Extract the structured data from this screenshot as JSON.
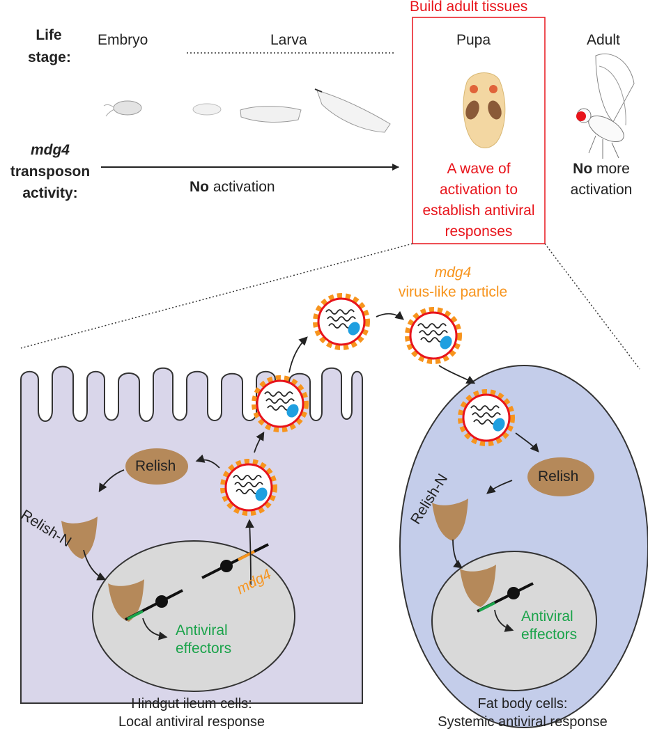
{
  "header": {
    "life_stage_line1": "Life",
    "life_stage_line2": "stage:",
    "stages": {
      "embryo": "Embryo",
      "larva": "Larva",
      "pupa": "Pupa",
      "adult": "Adult"
    },
    "pupa_box_title": "Build adult tissues"
  },
  "activity": {
    "label_line1": "mdg4",
    "label_line2": "transposon",
    "label_line3": "activity:",
    "no_activation_bold": "No",
    "no_activation_rest": " activation",
    "pupa_text_line1": "A wave of",
    "pupa_text_line2": "activation to",
    "pupa_text_line3": "establish antiviral",
    "pupa_text_line4": "responses",
    "adult_text_bold": "No",
    "adult_text_rest": " more",
    "adult_text_line2": "activation"
  },
  "vlp": {
    "label_line1": "mdg4",
    "label_line2": "virus-like particle"
  },
  "hindgut": {
    "relish": "Relish",
    "relish_n": "Relish-N",
    "mdg4": "mdg4",
    "effectors_line1": "Antiviral",
    "effectors_line2": "effectors",
    "caption_line1": "Hindgut ileum cells:",
    "caption_line2": "Local antiviral response"
  },
  "fatbody": {
    "relish": "Relish",
    "relish_n": "Relish-N",
    "effectors_line1": "Antiviral",
    "effectors_line2": "effectors",
    "caption_line1": "Fat body cells:",
    "caption_line2": "Systemic antiviral response"
  },
  "colors": {
    "red": "#e8141b",
    "orange": "#f7941d",
    "green": "#1aa34a",
    "brown": "#b5895a",
    "hindgut_fill": "#d9d6ea",
    "fatbody_fill": "#c4cdea",
    "nucleus_fill": "#d9d9d9",
    "vlp_blue": "#1f9fe0"
  }
}
